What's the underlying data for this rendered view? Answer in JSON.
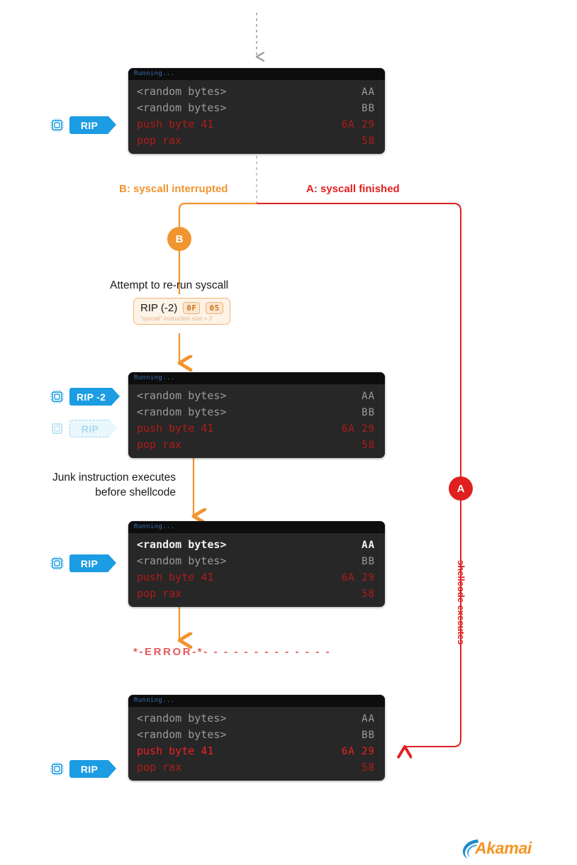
{
  "diagram": {
    "title": "Syscall interruption / shellcode execution flow",
    "colors": {
      "orange": "#f0952f",
      "red": "#e02020",
      "blue": "#1b9ce3",
      "terminal_bg": "#272727",
      "terminal_titlebar": "#0d0d0d",
      "error_red": "#e35b5b",
      "akamai_orange": "#f59323",
      "akamai_blue": "#1e8bc8"
    },
    "branch_labels": {
      "b": "B: syscall interrupted",
      "a": "A: syscall finished"
    },
    "markers": {
      "b": "B",
      "a": "A"
    },
    "notes": {
      "rerun": "Attempt to re-run syscall",
      "junk_line1": "Junk instruction executes",
      "junk_line2": "before shellcode",
      "shellcode_executes": "shellcode executes"
    },
    "rip_box": {
      "label": "RIP (-2)",
      "bytes": [
        "0F",
        "05"
      ],
      "caption": "\"syscall\" instruction size = 2"
    },
    "error_line": "*-ERROR-*- - - - - - - - - - - - -",
    "terminals": [
      {
        "id": "terminal-1",
        "title": "Running...",
        "rows": [
          {
            "code": "<random bytes>",
            "hex": "AA",
            "state": "dim"
          },
          {
            "code": "<random bytes>",
            "hex": "BB",
            "state": "dim"
          },
          {
            "code": "push byte 41",
            "hex": "6A 29",
            "state": "red"
          },
          {
            "code": "pop rax",
            "hex": "58",
            "state": "red"
          }
        ],
        "rip_badges": [
          {
            "label": "RIP",
            "ghost": false,
            "row": 2
          }
        ]
      },
      {
        "id": "terminal-2",
        "title": "Running...",
        "rows": [
          {
            "code": "<random bytes>",
            "hex": "AA",
            "state": "dim"
          },
          {
            "code": "<random bytes>",
            "hex": "BB",
            "state": "dim"
          },
          {
            "code": "push byte 41",
            "hex": "6A 29",
            "state": "red"
          },
          {
            "code": "pop rax",
            "hex": "58",
            "state": "red"
          }
        ],
        "rip_badges": [
          {
            "label": "RIP -2",
            "ghost": false,
            "row": 0
          },
          {
            "label": "RIP",
            "ghost": true,
            "row": 2
          }
        ]
      },
      {
        "id": "terminal-3",
        "title": "Running...",
        "rows": [
          {
            "code": "<random bytes>",
            "hex": "AA",
            "state": "bright"
          },
          {
            "code": "<random bytes>",
            "hex": "BB",
            "state": "dim"
          },
          {
            "code": "push byte 41",
            "hex": "6A 29",
            "state": "red"
          },
          {
            "code": "pop rax",
            "hex": "58",
            "state": "red"
          }
        ],
        "rip_badges": [
          {
            "label": "RIP",
            "ghost": false,
            "row": 1
          }
        ]
      },
      {
        "id": "terminal-4",
        "title": "Running...",
        "rows": [
          {
            "code": "<random bytes>",
            "hex": "AA",
            "state": "dim"
          },
          {
            "code": "<random bytes>",
            "hex": "BB",
            "state": "dim"
          },
          {
            "code": "push byte 41",
            "hex": "6A 29",
            "state": "redhi"
          },
          {
            "code": "pop rax",
            "hex": "58",
            "state": "red"
          }
        ],
        "rip_badges": [
          {
            "label": "RIP",
            "ghost": false,
            "row": 3
          }
        ]
      }
    ],
    "logo": {
      "text": "Akamai"
    }
  }
}
